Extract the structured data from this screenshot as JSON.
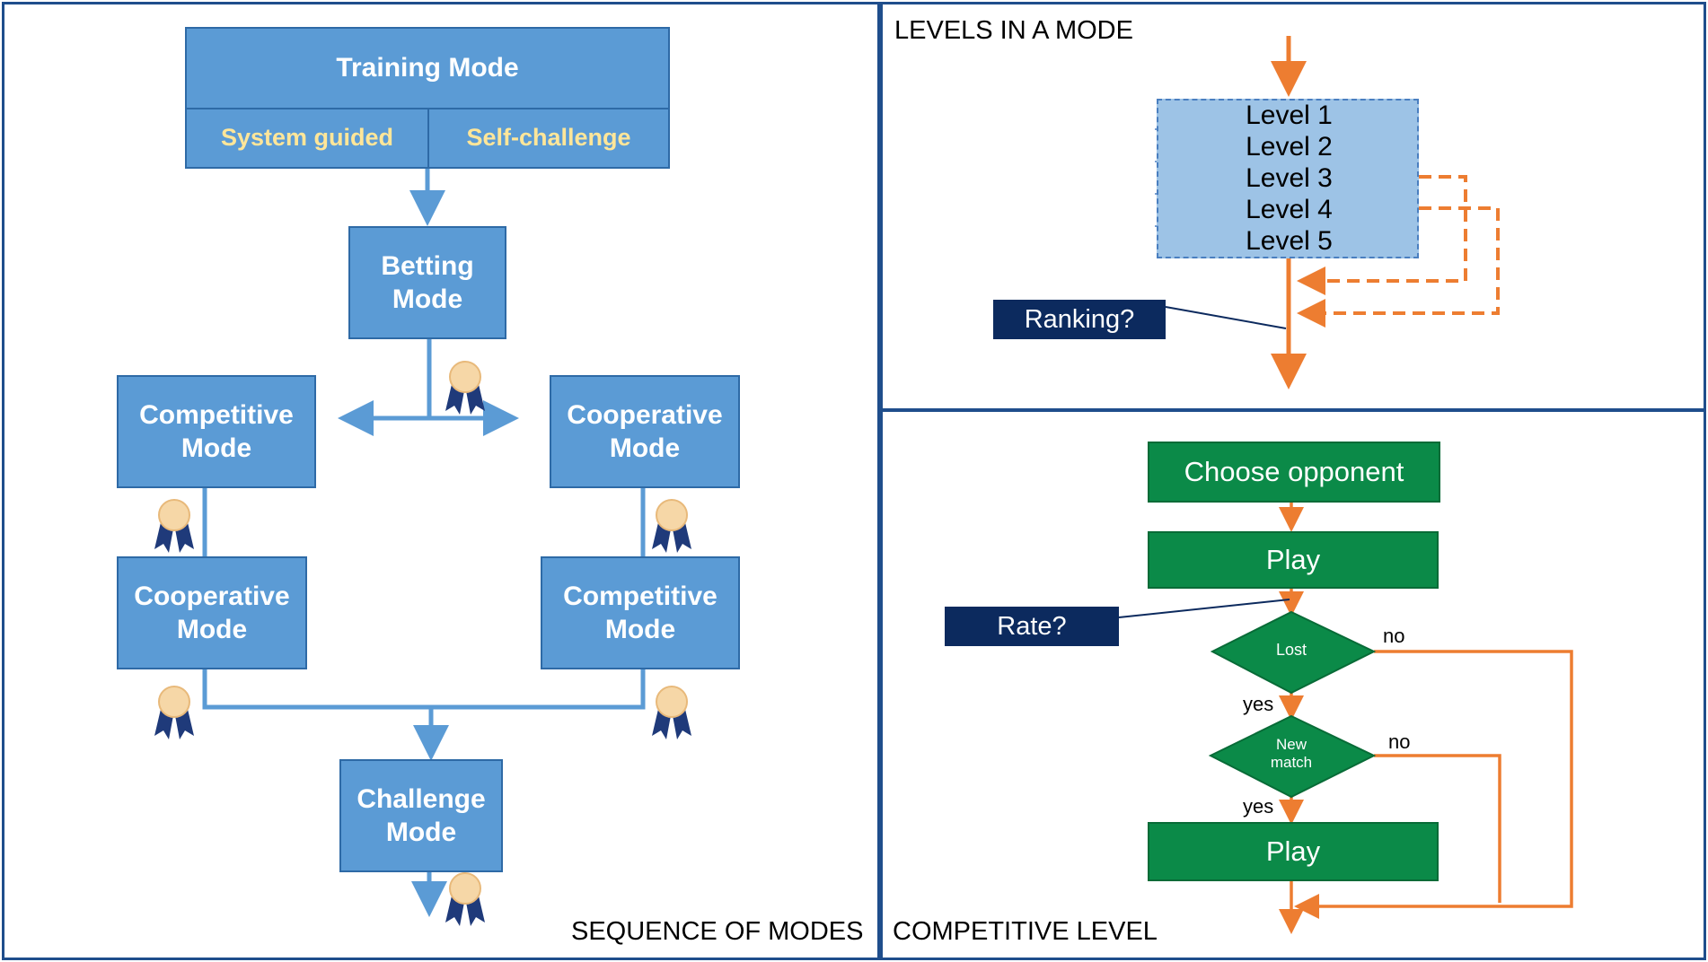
{
  "panels": {
    "sequence_label": "SEQUENCE OF MODES",
    "levels_label": "LEVELS IN A MODE",
    "competitive_label": "COMPETITIVE LEVEL"
  },
  "sequence": {
    "training_mode": "Training Mode",
    "system_guided": "System guided",
    "self_challenge": "Self-challenge",
    "betting_mode": "Betting\nMode",
    "competitive_mode_1": "Competitive\nMode",
    "cooperative_mode_1": "Cooperative\nMode",
    "cooperative_mode_2": "Cooperative\nMode",
    "competitive_mode_2": "Competitive\nMode",
    "challenge_mode": "Challenge\nMode"
  },
  "levels": {
    "items": [
      "Level 1",
      "Level 2",
      "Level 3",
      "Level 4",
      "Level 5"
    ],
    "ranking": "Ranking?"
  },
  "competitive": {
    "choose_opponent": "Choose opponent",
    "play_1": "Play",
    "rate": "Rate?",
    "lost": "Lost",
    "new_match": "New\nmatch",
    "play_2": "Play",
    "yes_1": "yes",
    "no_1": "no",
    "yes_2": "yes",
    "no_2": "no"
  },
  "colors": {
    "blue_box": "#5b9bd5",
    "green_box": "#0b8a48",
    "navy": "#0c2a5e",
    "orange": "#ed7d31",
    "border": "#1f4e8c"
  },
  "icons": [
    "award-ribbon-icon"
  ]
}
